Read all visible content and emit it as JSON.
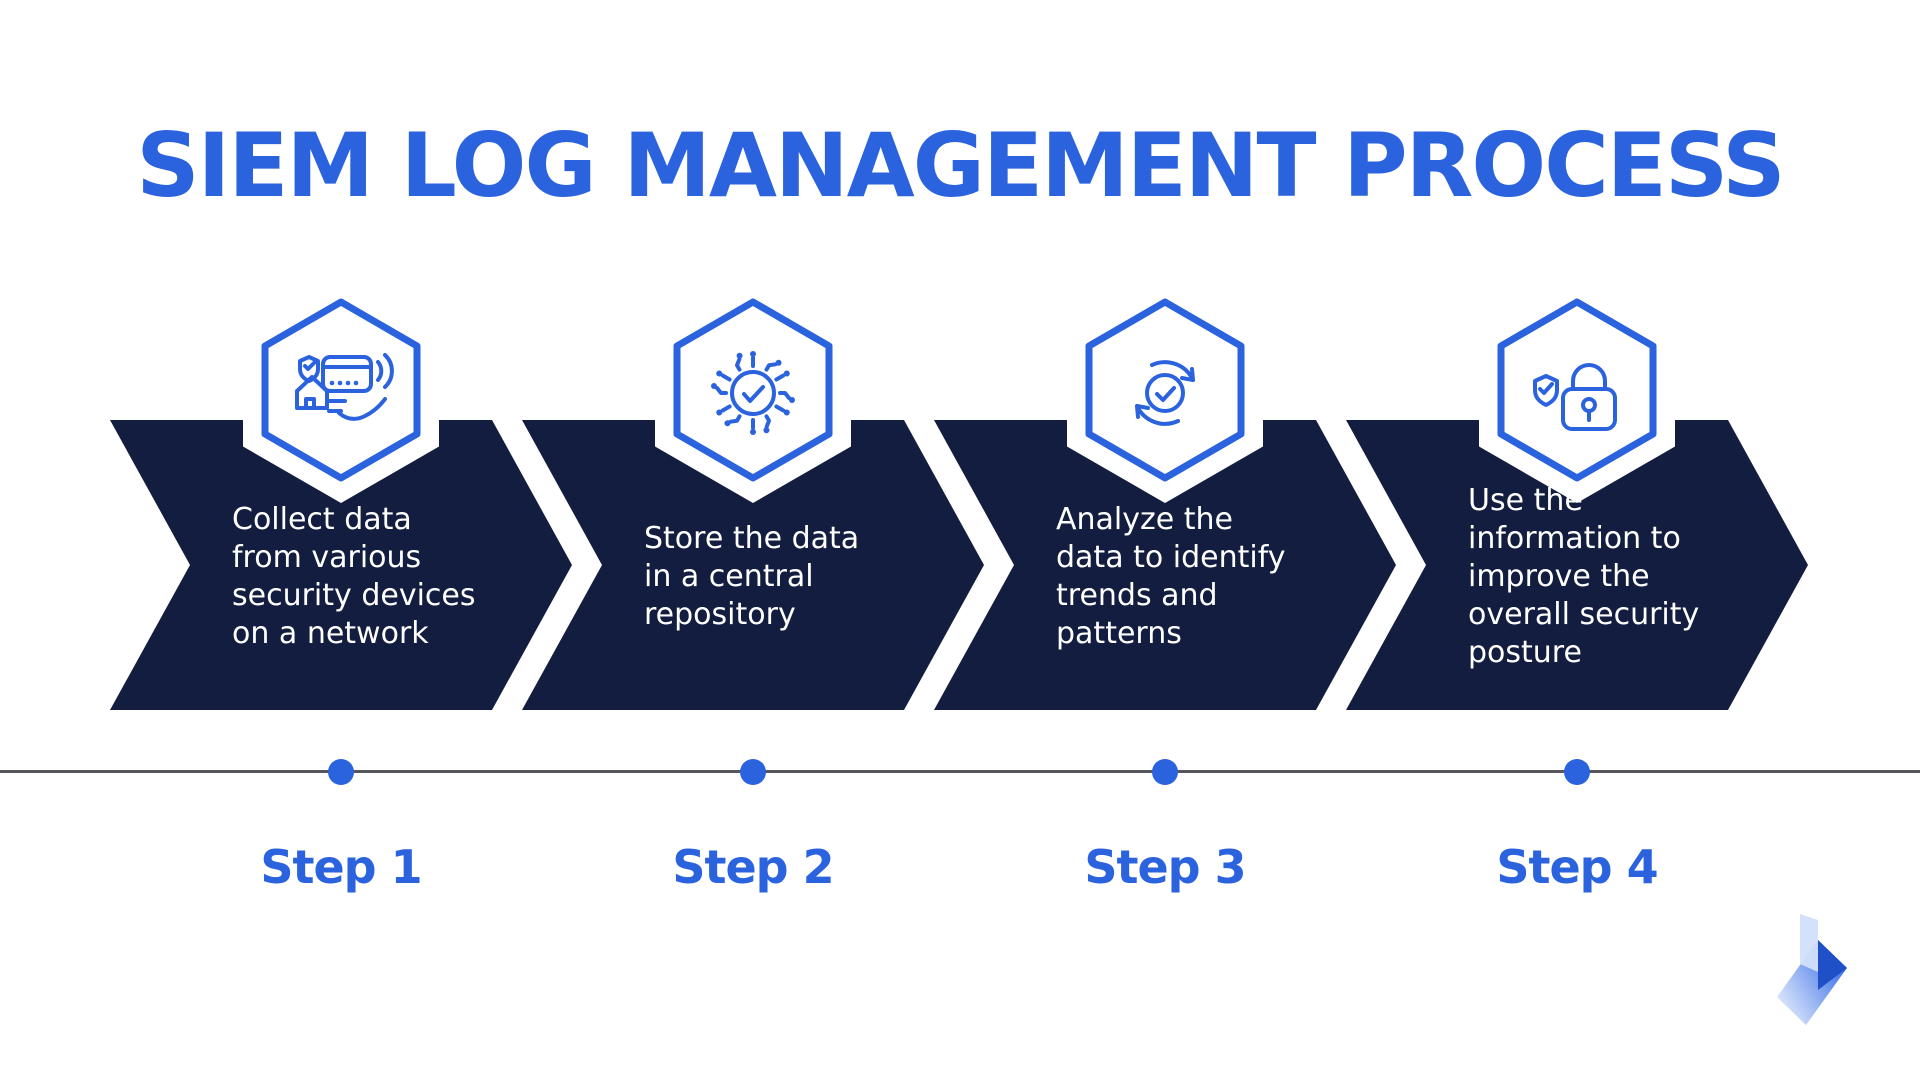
{
  "title": "SIEM LOG MANAGEMENT PROCESS",
  "colors": {
    "accent": "#2b62de",
    "navy": "#131d3f",
    "timeline_line": "#55575c",
    "background": "#ffffff",
    "text_on_navy": "#ffffff",
    "logo_light": "#d2dffa",
    "logo_mid": "#3a70e6",
    "logo_dark": "#2050c8"
  },
  "steps": [
    {
      "label": "Step 1",
      "description": "Collect data\nfrom various\nsecurity devices\non a network",
      "icon": "smart-home-devices-icon"
    },
    {
      "label": "Step 2",
      "description": "Store the data\nin a central\nrepository",
      "icon": "circuit-check-icon"
    },
    {
      "label": "Step 3",
      "description": "Analyze the\ndata to identify\ntrends and\npatterns",
      "icon": "sync-check-icon"
    },
    {
      "label": "Step 4",
      "description": "Use the\ninformation to\nimprove the\noverall security\nposture",
      "icon": "lock-shield-icon"
    }
  ]
}
